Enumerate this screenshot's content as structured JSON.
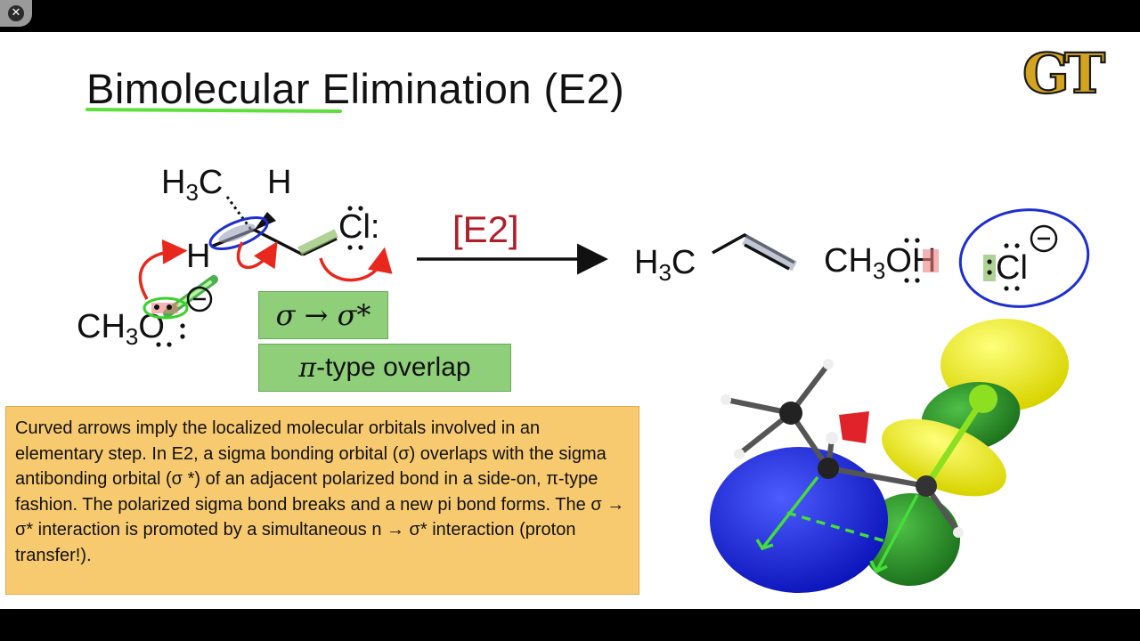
{
  "window": {
    "close_glyph": "✕"
  },
  "slide": {
    "title": "Bimolecular Elimination (E2)",
    "logo_text": "GT",
    "reaction_label": "[E2]",
    "reactant": {
      "methyl": "H3C",
      "h_top": "H",
      "h_left": "H",
      "chlorine": "Cl:",
      "methoxide": "CH3O"
    },
    "products": {
      "alkene_methyl": "H3C",
      "methanol": "CH3OH",
      "chloride": "Cl"
    },
    "box_sigma": "σ → σ*",
    "box_pi_symbol": "π",
    "box_pi_text": "-type overlap",
    "caption": "Curved arrows imply the localized molecular orbitals involved in an elementary step. In E2, a sigma bonding orbital (σ) overlaps with the sigma antibonding orbital (σ *) of an adjacent polarized bond in a side-on, π-type fashion. The polarized sigma bond breaks and a new pi bond forms. The σ → σ* interaction is promoted by a simultaneous n → σ* interaction (proton transfer!)."
  },
  "colors": {
    "underline": "#5ee03a",
    "reaction_label": "#b01e2a",
    "curved_arrows": "#e8281c",
    "blue_annotation": "#1d2fd0",
    "green_box": "#8fcf7a",
    "caption_bg": "#f8ca6f",
    "logo_gold": "#d4a320"
  },
  "icons": [
    "close-icon",
    "georgia-tech-logo",
    "reaction-arrow-icon",
    "curved-arrow-icon",
    "orbital-model-image"
  ]
}
